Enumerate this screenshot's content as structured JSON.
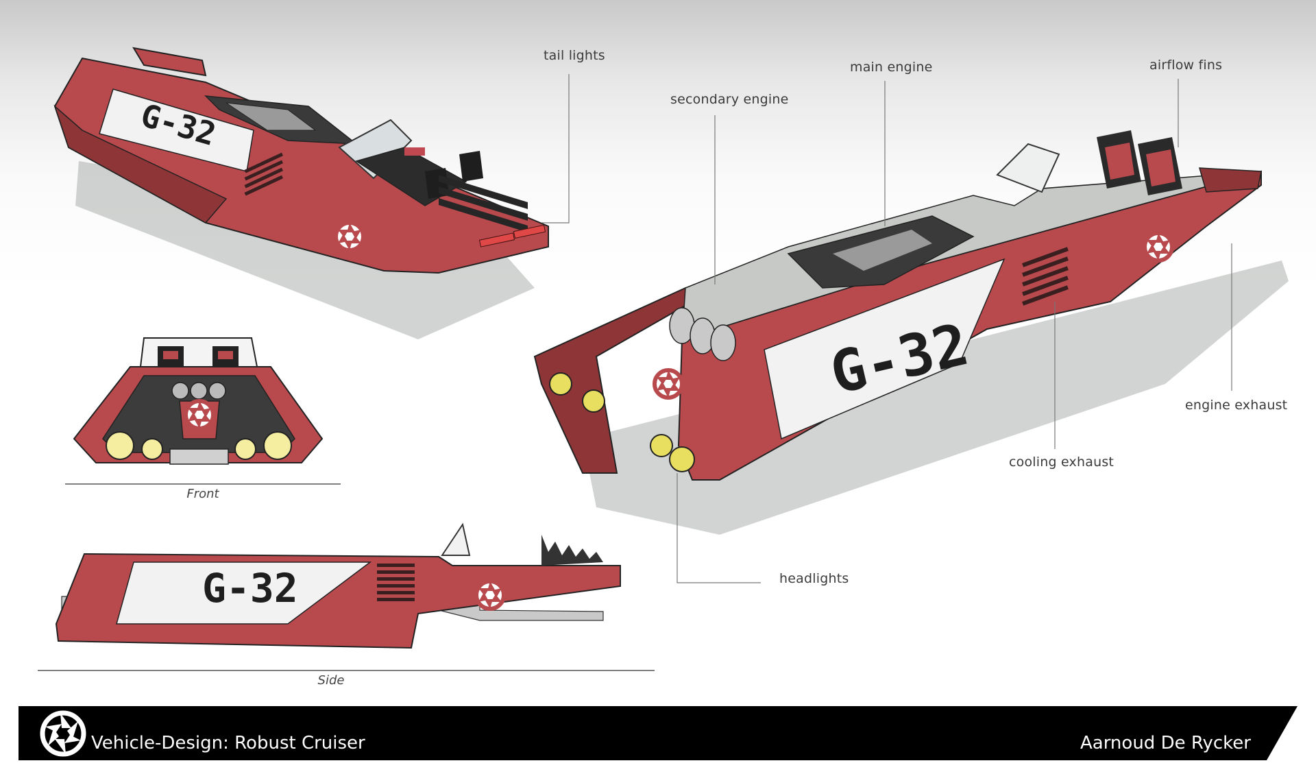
{
  "callouts": {
    "tail_lights": "tail lights",
    "secondary_engine": "secondary engine",
    "main_engine": "main engine",
    "airflow_fins": "airflow fins",
    "engine_exhaust": "engine exhaust",
    "cooling_exhaust": "cooling exhaust",
    "headlights": "headlights"
  },
  "views": {
    "front": "Front",
    "side": "Side"
  },
  "vehicle_marking": "G-32",
  "footer": {
    "title": "Vehicle-Design: Robust Cruiser",
    "author": "Aarnoud De Rycker"
  },
  "colors": {
    "hull": "#b84a4e",
    "hull_dark": "#8e3538",
    "panel": "#f2f2f2",
    "footer_bg": "#000000"
  },
  "icons": {
    "emblem": "aperture-icon"
  }
}
